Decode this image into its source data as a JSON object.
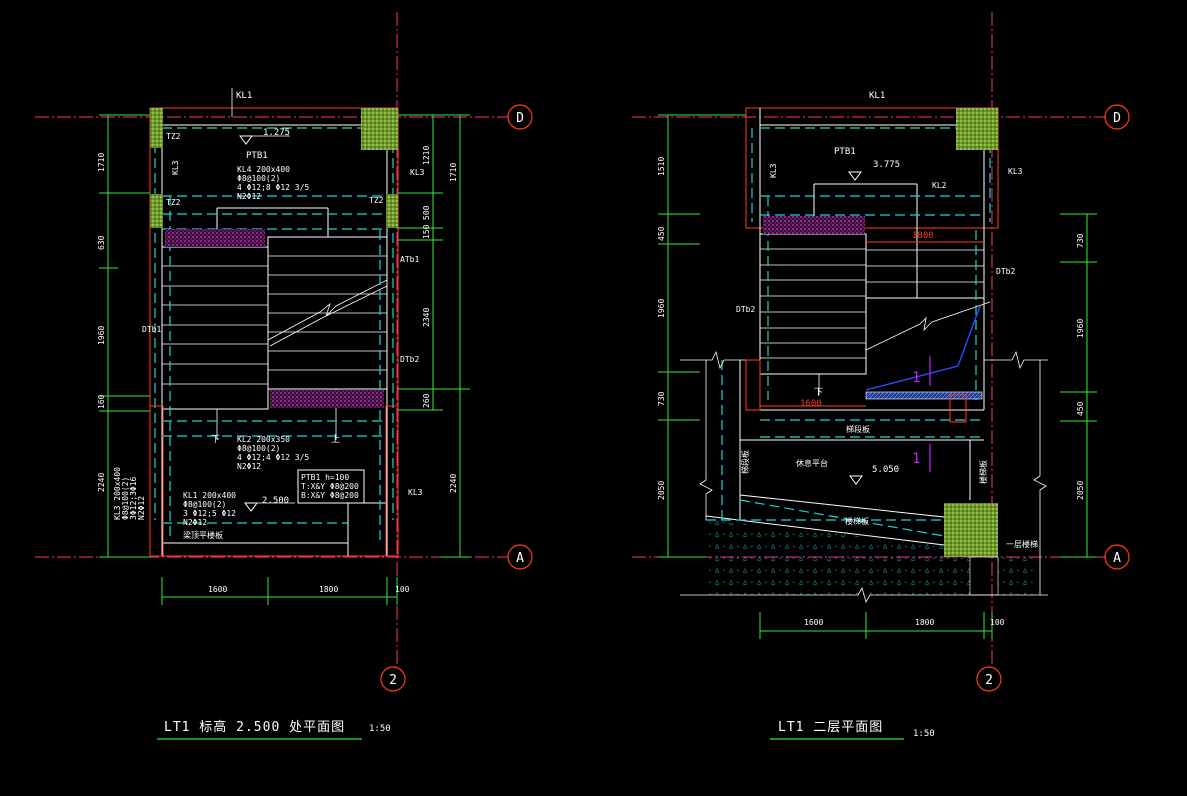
{
  "left_plan": {
    "title": "LT1   标高   2.500   处平面图",
    "scale": "1:50",
    "labels": {
      "kl1_top": "KL1",
      "elev_top": "1.275",
      "ptb1": "PTB1",
      "kl4_a": "KL4  200x400",
      "kl4_b": "Φ8@100(2)",
      "kl4_c": "4 Φ12;8 Φ12  3/5",
      "kl4_d": "N2Φ12",
      "tz2_tl": "TZ2",
      "tz2_ml": "TZ2",
      "tz2_mr": "TZ2",
      "kl3_left": "KL3",
      "kl3_right": "KL3",
      "atb1": "ATb1",
      "dtb1": "DTb1",
      "dtb2": "DTb2",
      "down": "下",
      "up": "上",
      "kl2_a": "KL2  200x350",
      "kl2_b": "Φ8@100(2)",
      "kl2_c": "4 Φ12;4 Φ12  3/5",
      "kl2_d": "N2Φ12",
      "ptb1_box_a": "PTB1 h=100",
      "ptb1_box_b": "T:X&Y Φ8@200",
      "ptb1_box_c": "B:X&Y Φ8@200",
      "elev_mid": "2.500",
      "kl1_a": "KL1 200x400",
      "kl1_b": "Φ8@100(2)",
      "kl1_c": "3 Φ12;5 Φ12",
      "kl1_d": "N2Φ12",
      "kl1_e": "梁顶平楼板",
      "kl3_v_a": "KL3 200x400",
      "kl3_v_b": "Φ8@100(2)",
      "kl3_v_c": "3Φ12;3Φ16",
      "kl3_v_d": "N2Φ12",
      "kl3_br": "KL3"
    },
    "dims_left": [
      "1710",
      "630",
      "1960",
      "160",
      "2240"
    ],
    "dims_right_inner": [
      "1210",
      "500",
      "150",
      "2340",
      "260"
    ],
    "dims_right_outer": [
      "1710",
      "2240"
    ],
    "dims_bottom": [
      "1600",
      "1800",
      "100"
    ]
  },
  "right_plan": {
    "title": "LT1   二层平面图",
    "scale": "1:50",
    "labels": {
      "kl1_top": "KL1",
      "ptb1": "PTB1",
      "elev_top": "3.775",
      "kl2": "KL2",
      "kl3_left": "KL3",
      "kl3_right": "KL3",
      "dim_red_top": "1800",
      "dim_red_bot": "1600",
      "dtb2_right": "DTb2",
      "dtb2_left": "DTb2",
      "down": "下",
      "one_a": "1",
      "one_b": "1",
      "elev_mid": "5.050",
      "cn_a": "梯段板",
      "cn_b": "休息平台",
      "cn_c": "梯段板",
      "cn_d": "楼梯板",
      "cn_e": "一层楼梯",
      "cn_f": "楼梯板"
    },
    "dims_left": [
      "1510",
      "450",
      "1960",
      "730",
      "2050"
    ],
    "dims_right": [
      "730",
      "1960",
      "450",
      "2050"
    ],
    "dims_bottom": [
      "1600",
      "1800",
      "100"
    ]
  },
  "axes": {
    "d": "D",
    "a": "A",
    "two": "2"
  },
  "colors": {
    "background": "#000000",
    "axis": "#ff2d7a",
    "wall": "#ffffff",
    "beam_dash": "#22d3d3",
    "dimension": "#35e83a",
    "hatch": "#9acd32",
    "red": "#ff3b1f",
    "blue": "#2b4bff",
    "magenta": "#c020ff"
  }
}
